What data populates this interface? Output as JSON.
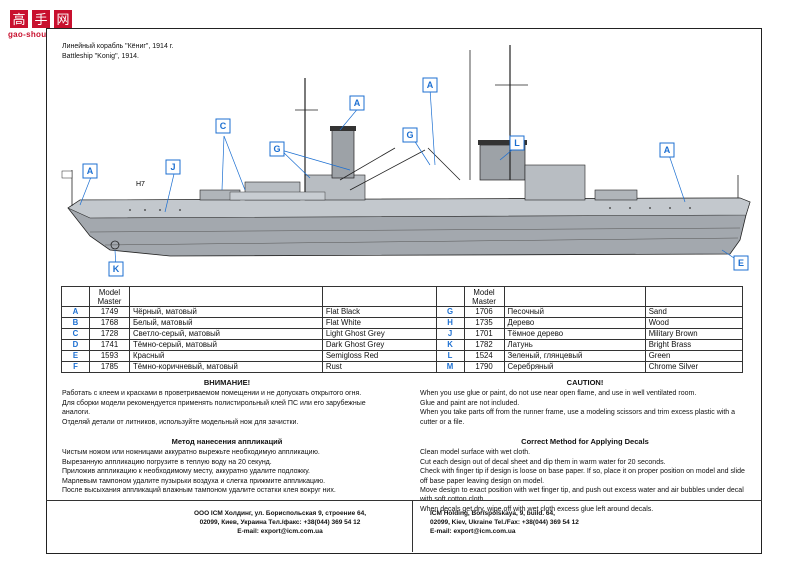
{
  "logo": {
    "glyphs": "高手网",
    "url_text": "gao-shou.com"
  },
  "caption": {
    "line_ru": "Линейный корабль \"Кёниг\", 1914 г.",
    "line_en": "Battleship \"Konig\", 1914."
  },
  "ship": {
    "mark_h7": "H7"
  },
  "callouts": {
    "A": "A",
    "C": "C",
    "E": "E",
    "G": "G",
    "J": "J",
    "K": "K",
    "L": "L"
  },
  "table": {
    "header": {
      "model": "Model",
      "master": "Master"
    },
    "left": [
      {
        "code": "A",
        "num": "1749",
        "ru": "Чёрный, матовый",
        "en": "Flat Black"
      },
      {
        "code": "B",
        "num": "1768",
        "ru": "Белый, матовый",
        "en": "Flat White"
      },
      {
        "code": "C",
        "num": "1728",
        "ru": "Светло-серый, матовый",
        "en": "Light Ghost Grey"
      },
      {
        "code": "D",
        "num": "1741",
        "ru": "Тёмно-серый, матовый",
        "en": "Dark Ghost Grey"
      },
      {
        "code": "E",
        "num": "1593",
        "ru": "Красный",
        "en": "Semigloss Red"
      },
      {
        "code": "F",
        "num": "1785",
        "ru": "Тёмно-коричневый, матовый",
        "en": "Rust"
      }
    ],
    "right": [
      {
        "code": "G",
        "num": "1706",
        "ru": "Песочный",
        "en": "Sand"
      },
      {
        "code": "H",
        "num": "1735",
        "ru": "Дерево",
        "en": "Wood"
      },
      {
        "code": "J",
        "num": "1701",
        "ru": "Тёмное дерево",
        "en": "Military Brown"
      },
      {
        "code": "K",
        "num": "1782",
        "ru": "Латунь",
        "en": "Bright Brass"
      },
      {
        "code": "L",
        "num": "1524",
        "ru": "Зеленый, глянцевый",
        "en": "Green"
      },
      {
        "code": "M",
        "num": "1790",
        "ru": "Серебряный",
        "en": "Chrome Silver"
      }
    ]
  },
  "ru": {
    "warning_title": "ВНИМАНИЕ!",
    "warning_1": "Работать с клеем и красками в проветриваемом помещении и не допускать открытого огня.",
    "warning_2": "Для сборки модели рекомендуется применять полистирольный клей ПС или его зарубежные аналоги.",
    "warning_3": "Отделяй детали от литников, используйте модельный нож для зачистки.",
    "decal_title": "Метод нанесения аппликаций",
    "decal_1": "Чистым ножом или ножницами аккуратно вырежьте необходимую аппликацию.",
    "decal_2": "Вырезанную аппликацию погрузите в теплую воду на 20 секунд.",
    "decal_3": "Приложив аппликацию к необходимому месту, аккуратно удалите подложку.",
    "decal_4": "Марлевым тампоном удалите пузырьки воздуха и слегка прижмите аппликацию.",
    "decal_5": "После высыхания аппликаций влажным тампоном удалите остатки клея вокруг них.",
    "addr_1": "ООО ICM Холдинг, ул. Бориспольская 9, строение 64,",
    "addr_2": "02099, Киев, Украина Тел./факс: +38(044) 369 54 12",
    "addr_3": "E-mail: export@icm.com.ua"
  },
  "en": {
    "warning_title": "CAUTION!",
    "warning_1": "When you use glue or paint, do not use near open flame, and use in well ventilated room.",
    "warning_2": "Glue and paint are not included.",
    "warning_3": "When you take parts off from the runner frame, use a modeling scissors and trim excess plastic with a cutter or a file.",
    "decal_title": "Correct Method for Applying Decals",
    "decal_1": "Clean model surface with wet cloth.",
    "decal_2": "Cut each design out of decal sheet and dip them in warm water for 20 seconds.",
    "decal_3": "Check with finger tip if design is loose on base paper. If so, place it on proper position on model and slide off base paper leaving design on model.",
    "decal_4": "Move design to exact position with wet finger tip, and push out excess water and air bubbles under decal with soft cotton cloth.",
    "decal_5": "When decals get dry, wipe off with wet cloth excess glue left around decals.",
    "addr_1": "ICM Holding, Borispolskaya, 9, build. 64,",
    "addr_2": "02099, Kiev, Ukraine Tel./Fax: +38(044) 369 54 12",
    "addr_3": "E-mail: export@icm.com.ua"
  },
  "colors": {
    "callout": "#1c6fd1",
    "hull": "#9aa0a6",
    "deck": "#b9bec4",
    "logo_red": "#c8102e"
  }
}
